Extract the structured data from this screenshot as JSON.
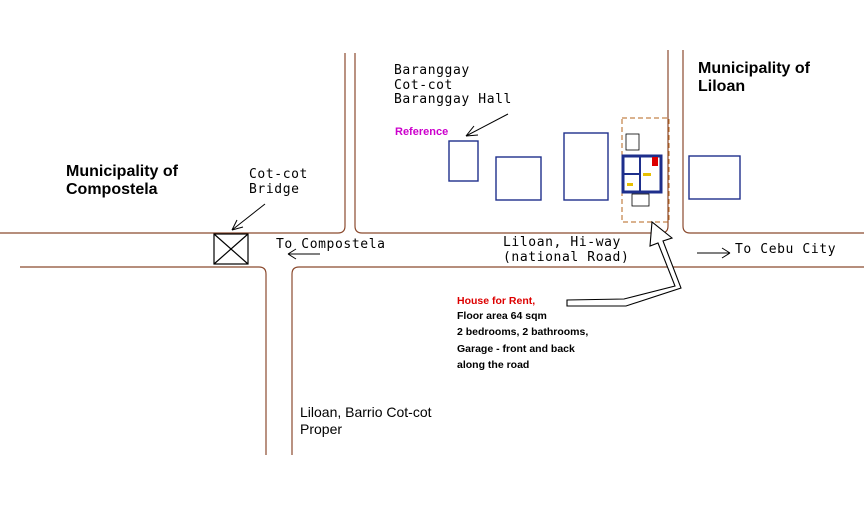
{
  "labels": {
    "municipality_liloan": "Municipality of\nLiloan",
    "municipality_compostela": "Municipality of\nCompostela",
    "barangay_hall": "Baranggay\nCot-cot\nBaranggay Hall",
    "reference": "Reference",
    "bridge": "Cot-cot\nBridge",
    "to_compostela": "To Compostela",
    "highway": "Liloan, Hi-way\n(national Road)",
    "to_cebu": "To Cebu City",
    "house_title": "House for Rent,",
    "house_details": "Floor area 64 sqm\n2 bedrooms, 2 bathrooms,\nGarage - front and back\nalong the road",
    "barrio": "Liloan, Barrio Cot-cot\nProper"
  },
  "colors": {
    "road": "#8b4a2e",
    "building": "#1e2f8c",
    "property_outline": "#b5651d",
    "reference_text": "#cc00cc",
    "house_title_text": "#dd0000",
    "ink": "#000000"
  }
}
